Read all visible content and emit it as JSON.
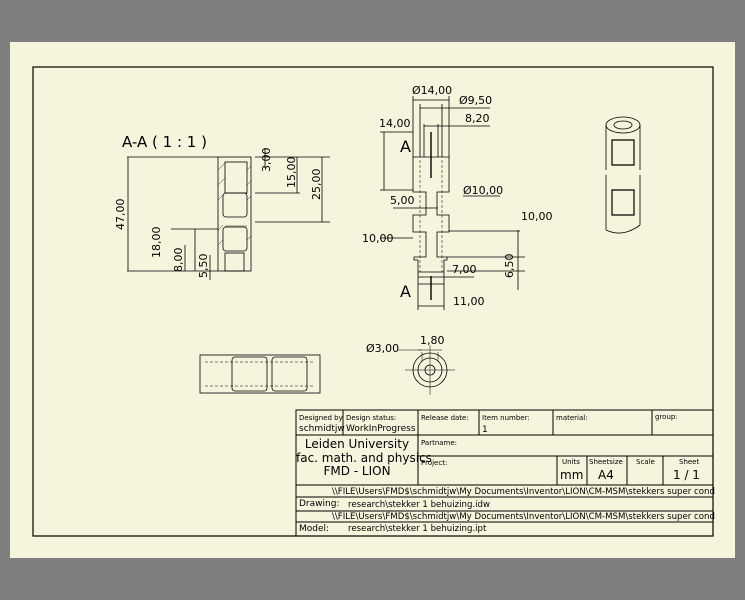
{
  "section_title": "A-A ( 1 : 1 )",
  "section_dims": {
    "d3": "3,00",
    "d15": "15,00",
    "d25": "25,00",
    "d47": "47,00",
    "d18": "18,00",
    "d8": "8,00",
    "d55": "5,50"
  },
  "front_dims": {
    "dia14": "Ø14,00",
    "dia95": "Ø9,50",
    "d82": "8,20",
    "d14": "14,00",
    "d5": "5,00",
    "dia10": "Ø10,00",
    "d10a": "10,00",
    "d10b": "10,00",
    "d65": "6,50",
    "d7": "7,00",
    "d11": "11,00",
    "sec_a": "A"
  },
  "top_dims": {
    "dia3": "Ø3,00",
    "d18": "1,80"
  },
  "title_block": {
    "designed_by_label": "Designed by",
    "designed_by": "schmidtjw",
    "design_status_label": "Design status:",
    "design_status": "WorkInProgress",
    "release_date_label": "Release date:",
    "item_number_label": "Item number:",
    "item_number": "1",
    "material_label": "material:",
    "group_label": "group:",
    "org_line1": "Leiden University",
    "org_line2": "fac. math. and physics",
    "org_line3": "FMD - LION",
    "partname_label": "Partname:",
    "project_label": "Project:",
    "units_label": "Units",
    "units": "mm",
    "sheetsize_label": "Sheetsize",
    "sheetsize": "A4",
    "scale_label": "Scale",
    "sheet_label": "Sheet",
    "sheet": "1 / 1",
    "path_overlay": "\\\\FILE\\Users\\FMD$\\schmidtjw\\My Documents\\Inventor\\LION\\CM-MSM\\stekkers super cond",
    "drawing_label": "Drawing:",
    "drawing": "research\\stekker 1 behuizing.idw",
    "path_overlay2": "\\\\FILE\\Users\\FMD$\\schmidtjw\\My Documents\\Inventor\\LION\\CM-MSM\\stekkers super cond",
    "model_label": "Model:",
    "model": "research\\stekker 1 behuizing.ipt"
  }
}
